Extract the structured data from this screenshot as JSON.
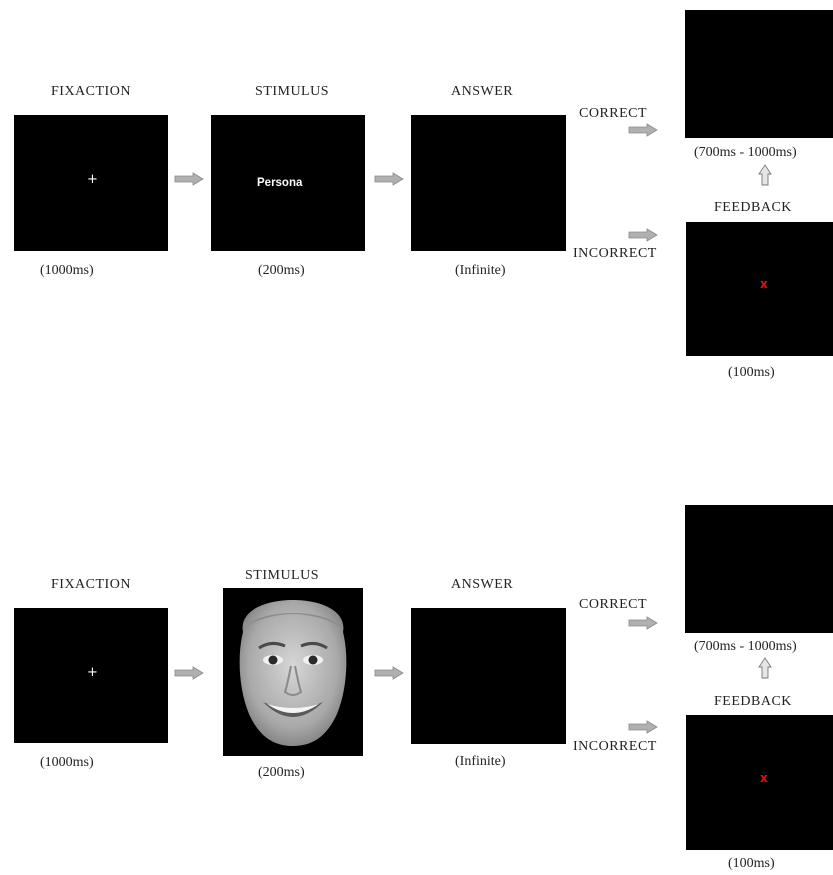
{
  "panels": [
    {
      "fixation_label": "FIXACTION",
      "fixation_symbol": "+",
      "fixation_duration": "(1000ms)",
      "stimulus_label": "STIMULUS",
      "stimulus_word": "Persona",
      "stimulus_duration": "(200ms)",
      "answer_label": "ANSWER",
      "answer_duration": "(Infinite)",
      "correct_label": "CORRECT",
      "incorrect_label": "INCORRECT",
      "correct_duration": "(700ms - 1000ms)",
      "feedback_label": "FEEDBACK",
      "feedback_symbol": "x",
      "feedback_duration": "(100ms)"
    },
    {
      "fixation_label": "FIXACTION",
      "fixation_symbol": "+",
      "fixation_duration": "(1000ms)",
      "stimulus_label": "STIMULUS",
      "stimulus_duration": "(200ms)",
      "answer_label": "ANSWER",
      "answer_duration": "(Infinite)",
      "correct_label": "CORRECT",
      "incorrect_label": "INCORRECT",
      "correct_duration": "(700ms - 1000ms)",
      "feedback_label": "FEEDBACK",
      "feedback_symbol": "x",
      "feedback_duration": "(100ms)"
    }
  ],
  "colors": {
    "screen": "#000000",
    "arrow": "#a8a8a8",
    "feedback_x": "#dd1111"
  }
}
